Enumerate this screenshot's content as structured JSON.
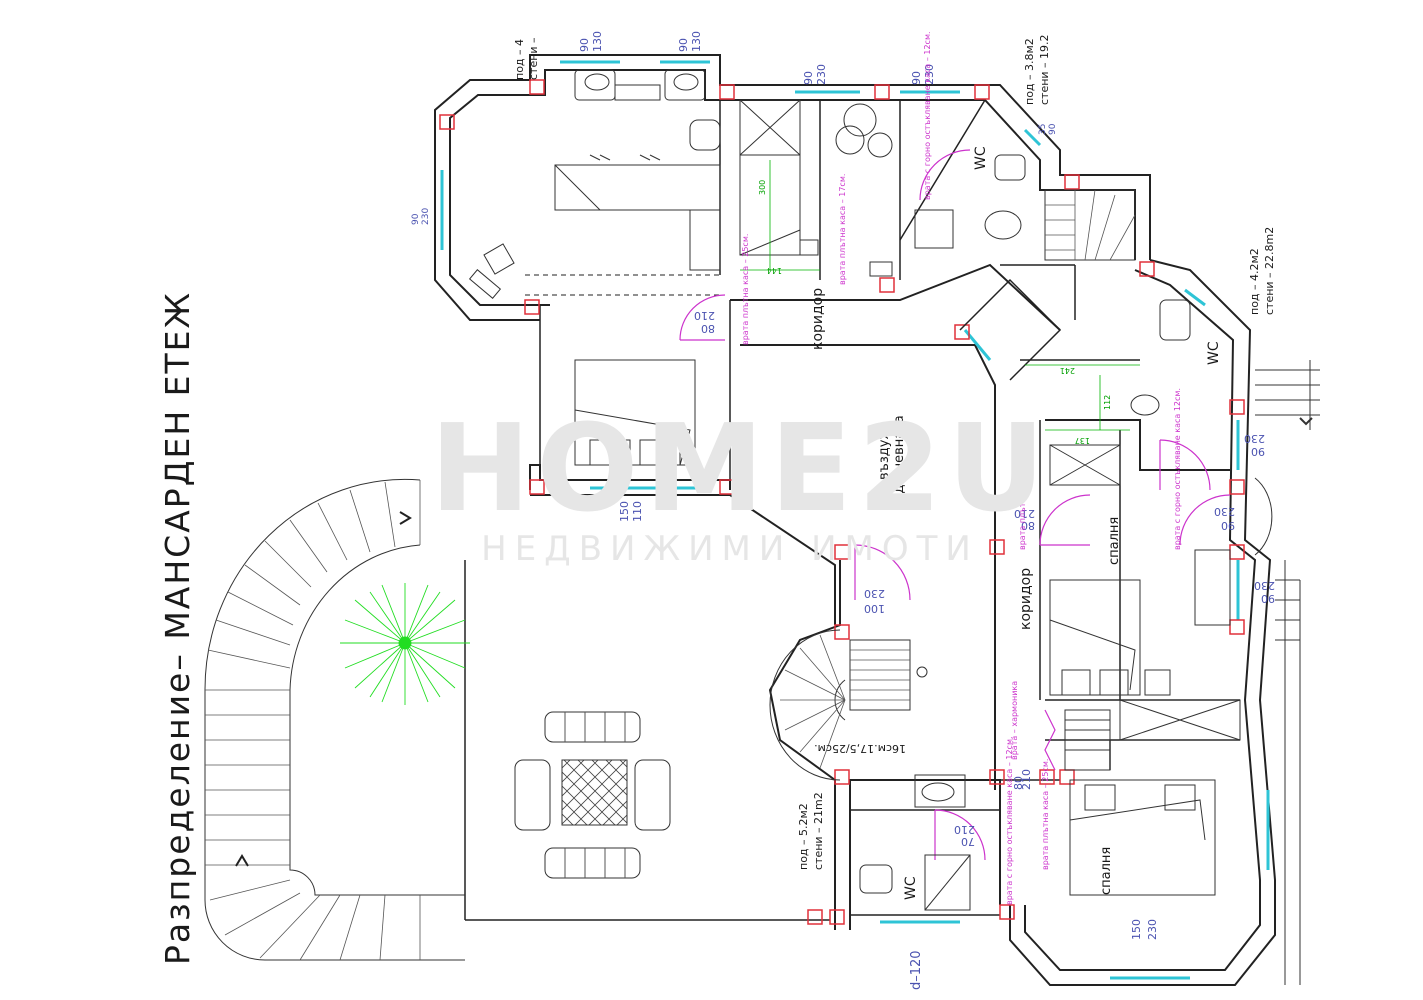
{
  "title": "Разпределение– МАНСАРДЕН ЕТЕЖ",
  "watermark": {
    "brand": "HOME2U",
    "subtitle": "НЕДВИЖИМИ ИМОТИ"
  },
  "colors": {
    "wall": "#222222",
    "window": "#2ec4d6",
    "door": "#cc33cc",
    "dim": "#4a52b0",
    "column": "#e0303a",
    "green": "#00b400",
    "plant": "#22dd22"
  },
  "rooms": {
    "corridor_top": "коридор",
    "corridor_right": "коридор",
    "void_1": "въздух",
    "void_2": "над дневната",
    "bedroom_mid": "спалня",
    "bedroom_bot": "спалня",
    "wc_1": "WC",
    "wc_2": "WC",
    "wc_3": "WC",
    "stairs_note": "16см.17,5/25см."
  },
  "area_notes": {
    "top_left": {
      "floor": "под – 4",
      "walls": "стени –"
    },
    "top_right": {
      "floor": "под – 3.8м2",
      "walls": "стени – 19.2"
    },
    "right": {
      "floor": "под – 4.2м2",
      "walls": "стени – 22.8m2"
    },
    "bottom": {
      "floor": "под – 5.2м2",
      "walls": "стени – 21m2"
    }
  },
  "dimensions": {
    "win_top_1": [
      "90",
      "130"
    ],
    "win_top_2": [
      "90",
      "130"
    ],
    "win_top_3": [
      "90",
      "230"
    ],
    "win_top_4": [
      "90",
      "230"
    ],
    "win_left": [
      "90",
      "230"
    ],
    "win_mid_bottom": [
      "150",
      "110"
    ],
    "door_corridor": [
      "210",
      "80"
    ],
    "door_void": [
      "230",
      "100"
    ],
    "door_bedroom": [
      "210",
      "80"
    ],
    "win_right_1": [
      "230",
      "90"
    ],
    "win_right_2": [
      "230",
      "90"
    ],
    "win_right_3": [
      "230",
      "90"
    ],
    "win_bottom_right": [
      "150",
      "230"
    ],
    "door_wc_bottom": [
      "210",
      "70"
    ],
    "door_side": [
      "210",
      "80"
    ],
    "dim_d": "d–120",
    "green_300": "300",
    "green_144": "144",
    "green_241": "241",
    "green_112": "112",
    "green_137": "137",
    "wc_dims": [
      "35",
      "90"
    ]
  },
  "door_notes": {
    "n1": "врата с горно остъкляване каса – 12см.",
    "n2": "врата плътна каса – 17см.",
    "n3": "врата плътна каса – 25см.",
    "n4": "врата с горно остъкляване каса 12см.",
    "n5": "врата плътна каса – 12см.",
    "n6": "врата – хармоника",
    "n7": "врата плътна каса – 25см.",
    "n8": "врата с горно остъкляване каса – 12см."
  }
}
